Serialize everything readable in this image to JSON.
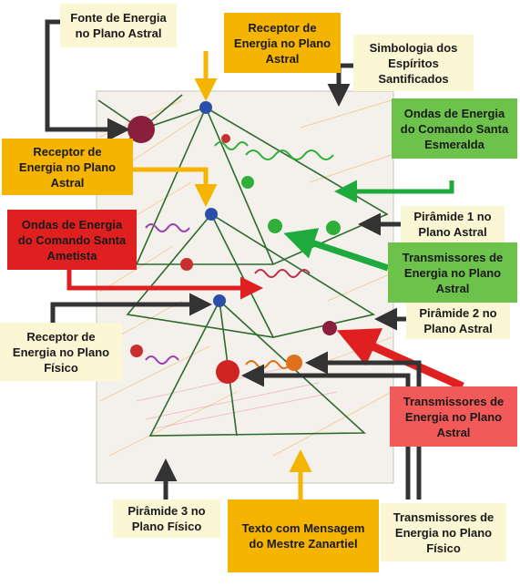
{
  "labels": {
    "fonte_energia_astral": "Fonte de Energia\nno Plano Astral",
    "receptor_topo": "Receptor de\nEnergia no Plano\nAstral",
    "simbologia": "Simbologia dos\nEspíritos\nSantificados",
    "ondas_esmeralda": "Ondas de Energia\ndo Comando Santa\nEsmeralda",
    "receptor_astral_esq": "Receptor de\nEnergia no Plano\nAstral",
    "ondas_ametista": "Ondas de Energia\ndo Comando Santa\nAmetista",
    "piramide_1": "Pirâmide 1  no\nPlano Astral",
    "transmissores_verde": "Transmissores de\nEnergia no Plano\nAstral",
    "piramide_2": "Pirâmide 2  no\nPlano Astral",
    "receptor_fisico": "Receptor de\nEnergia no Plano\nFísico",
    "transmissores_vermelho": "Transmissores de\nEnergia no Plano\nAstral",
    "piramide_3": "Pirâmide 3  no\nPlano Físico",
    "texto_mensagem": "Texto com Mensagem\ndo Mestre Zanartiel",
    "transmissores_fisico": "Transmissores de\nEnergia no Plano\nFísico"
  },
  "colors": {
    "cream": "#fbf6d3",
    "gold": "#f5b400",
    "red": "#e02020",
    "green": "#6cc24a",
    "salmon": "#f25a5a",
    "arrow_dark": "#333333",
    "arrow_gold": "#f5b400",
    "arrow_red": "#e02020",
    "arrow_green": "#1faa3c",
    "pyramid_line": "#2d6a2d",
    "paper": "#f4f1ec"
  }
}
